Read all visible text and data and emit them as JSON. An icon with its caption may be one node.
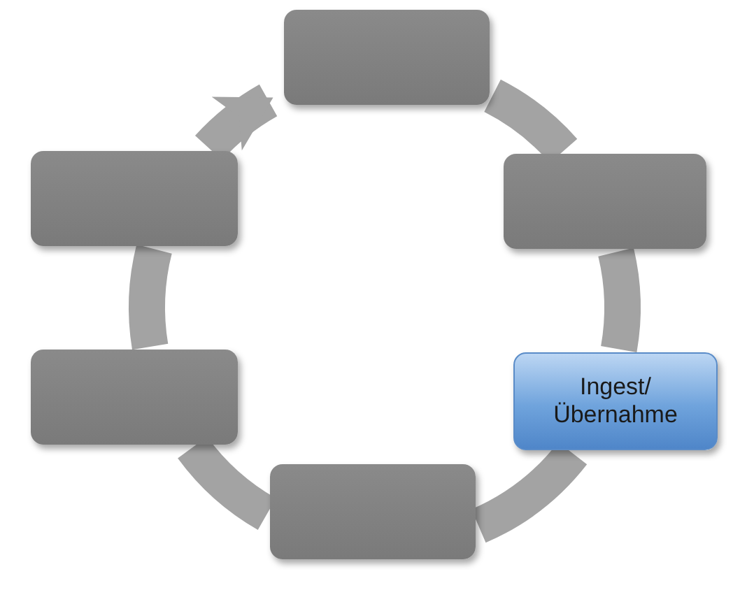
{
  "diagram": {
    "nodes": [
      {
        "text": [],
        "shape": "box"
      },
      {
        "text": [],
        "shape": "box"
      },
      {
        "text": [
          "Ingest/ Übernahme"
        ]
      },
      {
        "text": [],
        "shape": "box"
      },
      {
        "text": [],
        "shape": "box"
      },
      {
        "text": [],
        "shape": "box"
      }
    ],
    "edges": [
      {
        "from": 0,
        "to": 1,
        "arrow": "none"
      },
      {
        "from": 1,
        "to": 2,
        "arrow": "none"
      },
      {
        "from": 2,
        "to": 3,
        "arrow": "none"
      },
      {
        "from": 3,
        "to": 4,
        "arrow": "none"
      },
      {
        "from": 4,
        "to": 5,
        "arrow": "none"
      },
      {
        "from": 5,
        "to": 0,
        "arrow": "to"
      }
    ]
  }
}
